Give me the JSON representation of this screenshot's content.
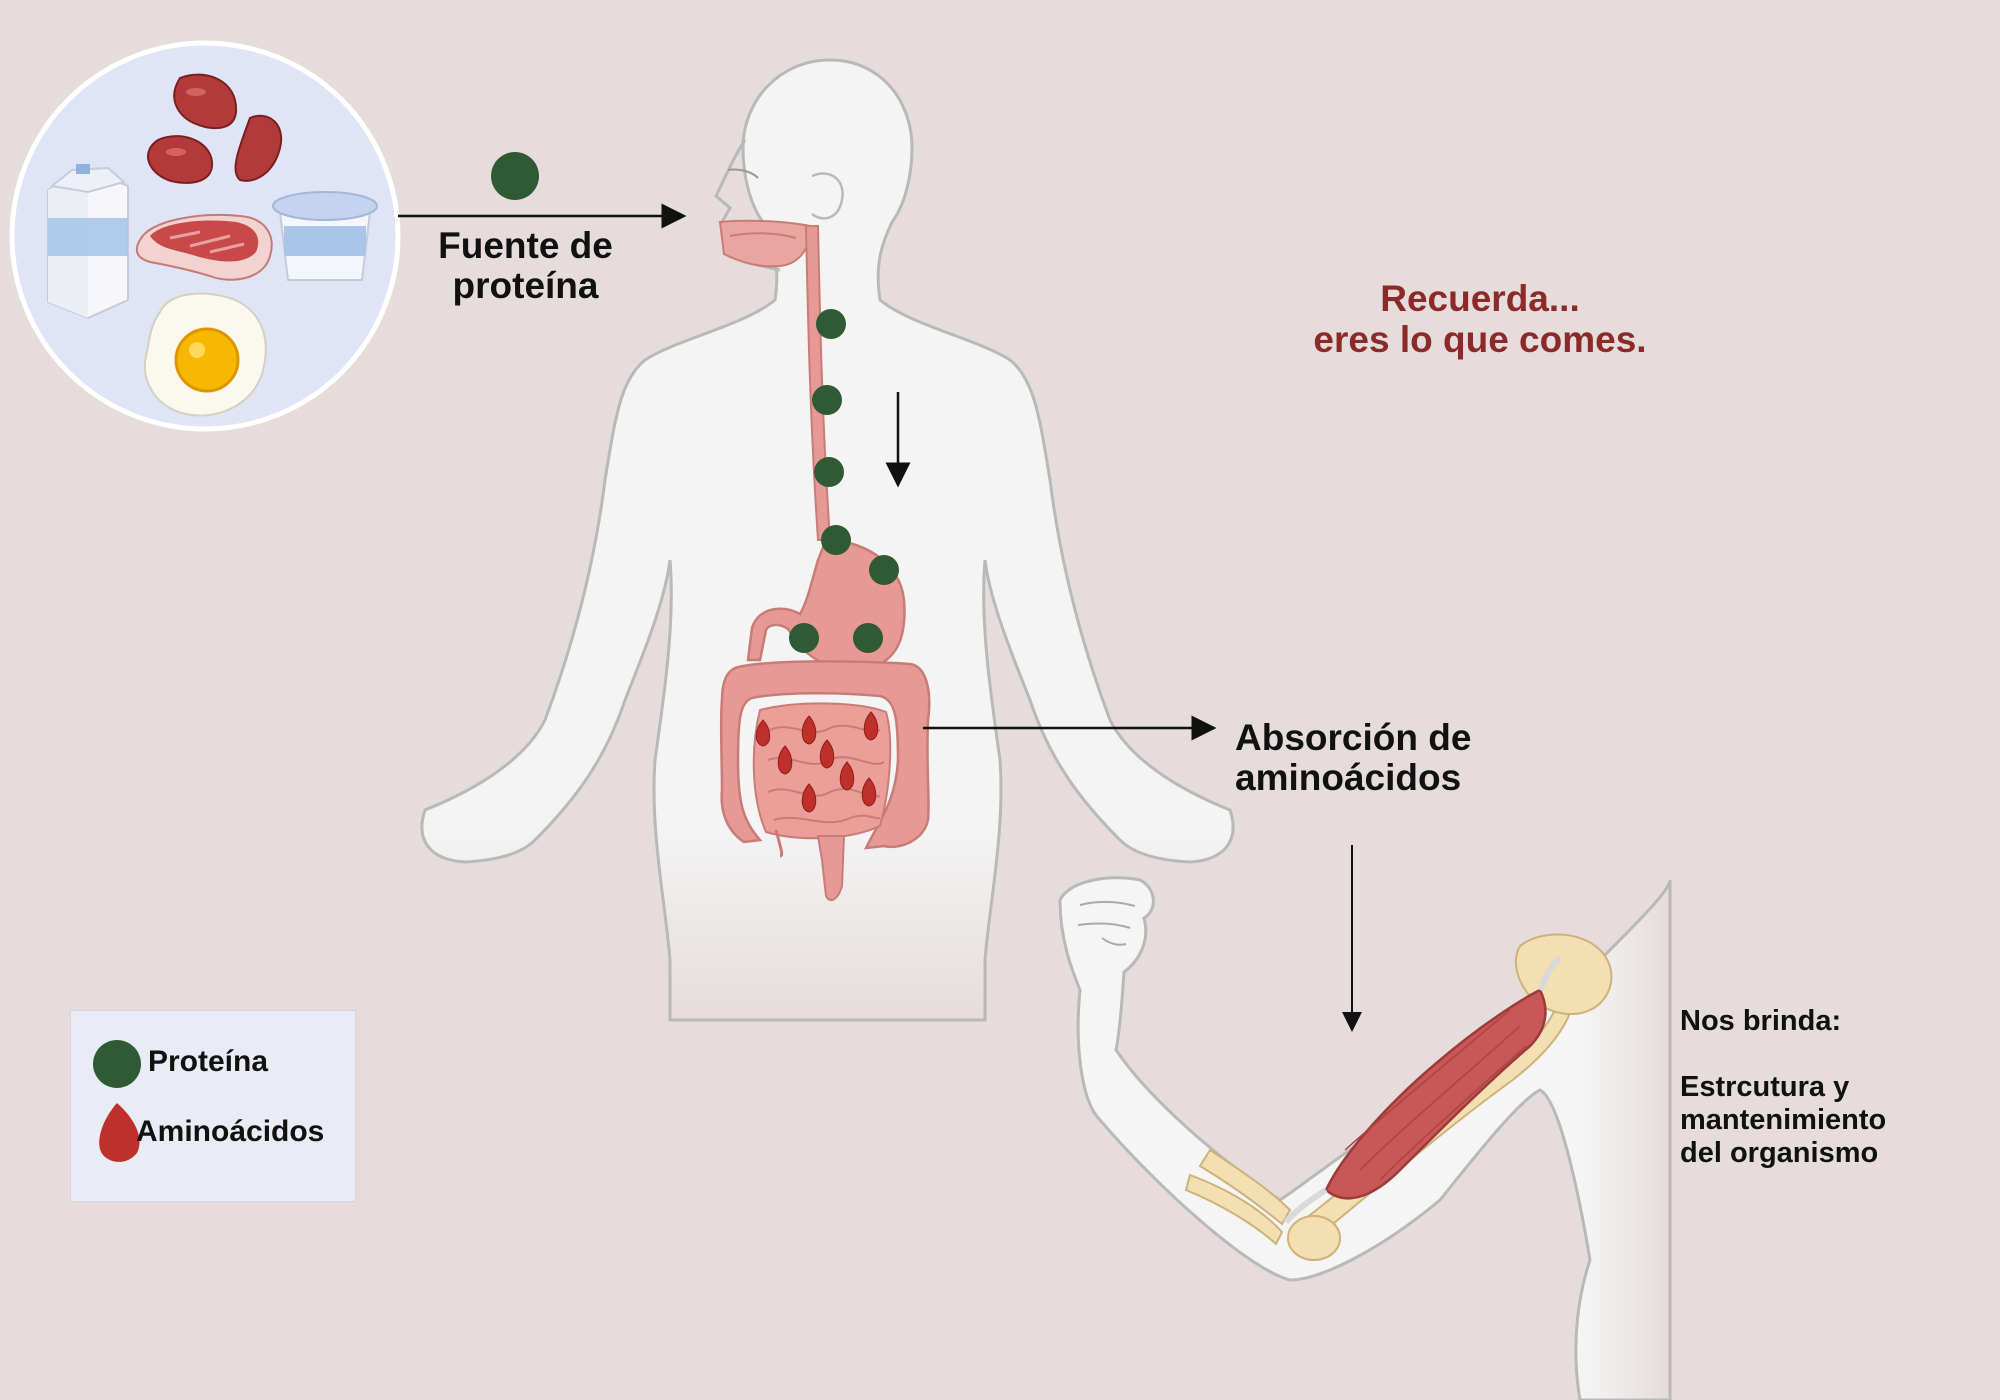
{
  "labels": {
    "fuente": [
      "Fuente de",
      "proteína"
    ],
    "recuerda": [
      "Recuerda...",
      "eres lo que comes."
    ],
    "absorcion": [
      "Absorción de",
      "aminoácidos"
    ],
    "brinda": [
      "Nos brinda:",
      "",
      "Estrcutura y",
      "mantenimiento",
      "del organismo"
    ]
  },
  "legend": {
    "protein": "Proteína",
    "amino": "Aminoácidos"
  },
  "colors": {
    "background": "#e5dcdb",
    "protein": "#2f5a33",
    "amino": "#c0302a",
    "emphasis_text": "#8c2a2a",
    "gut": "#e79a95",
    "muscle": "#c95757",
    "bone": "#f3dfb2",
    "body": "#f4f4f4",
    "plate": "#dfe4f6"
  },
  "icons": [
    "food-plate-icon",
    "milk-carton-icon",
    "kidney-bean-icon",
    "steak-icon",
    "yogurt-cup-icon",
    "fried-egg-icon",
    "human-body-icon",
    "flexed-arm-icon"
  ]
}
